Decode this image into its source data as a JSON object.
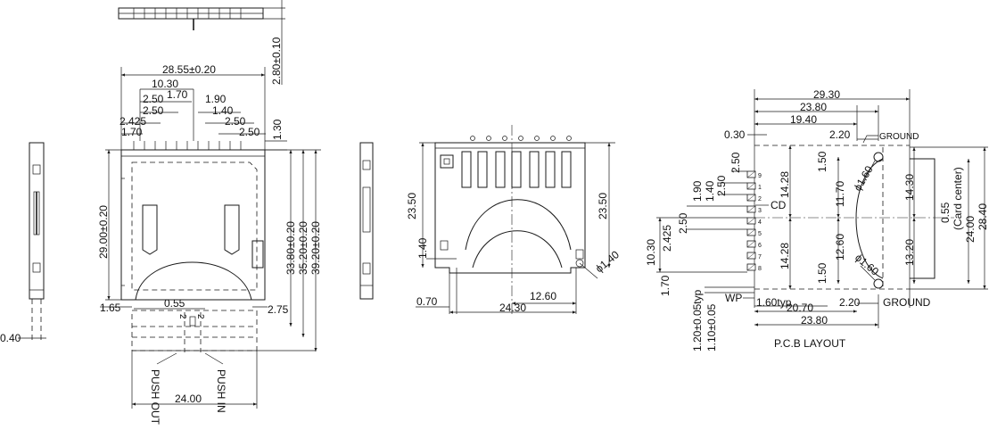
{
  "top_view": {
    "height_dim": "2.80±0.10"
  },
  "front_view": {
    "width_dim": "28.55±0.20",
    "dims": [
      "10.30",
      "2.50",
      "1.70",
      "1.90",
      "2.50",
      "1.40",
      "2.425",
      "2.50",
      "1.70",
      "2.50",
      "1.30"
    ],
    "height_dim": "29.00±0.20",
    "depth_dims": [
      "33.80±0.20",
      "35.20±0.20",
      "39.20±0.20"
    ],
    "left_offset": "1.65",
    "right_offset": "2.75",
    "center_gap": "0.55",
    "push_out": "PUSH OUT",
    "push_in": "PUSH IN",
    "bottom_width": "24.00",
    "sw_labels": [
      "2",
      "2"
    ]
  },
  "side_view": {
    "thickness": "0.40"
  },
  "back_view": {
    "left_height": "23.50",
    "right_height": "23.50",
    "left_small": "1.40",
    "hole_dia": "ϕ1.40",
    "right_width": "12.60",
    "left_margin": "0.70",
    "total_width": "24.30"
  },
  "pcb_layout": {
    "title": "P.C.B LAYOUT",
    "top_dims": [
      "29.30",
      "23.80",
      "19.40"
    ],
    "left_small": "0.30",
    "ground_top_dim": "2.20",
    "ground_top": "GROUND",
    "ground_bottom_dim": "2.20",
    "ground_bottom": "GROUND",
    "left_dims": [
      "2.50",
      "1.90",
      "1.40",
      "2.50",
      "2.50",
      "2.425",
      "10.30",
      "1.70",
      "1.20±0.05typ",
      "1.10±0.05"
    ],
    "cd_label": "CD",
    "wp_label": "WP",
    "inner_dims": [
      "14.28",
      "14.28",
      "1.50",
      "11.70",
      "12.60",
      "1.50"
    ],
    "hole_top": "ϕ1.60",
    "hole_bottom": "ϕ1.60",
    "right_dims": [
      "14.30",
      "13.20",
      "0.55",
      "(Card center)",
      "24.00",
      "28.40"
    ],
    "bottom_dims": [
      "1.60typ",
      "20.70",
      "23.80"
    ],
    "pin_numbers": [
      "9",
      "1",
      "2",
      "3",
      "4",
      "5",
      "6",
      "7",
      "8"
    ]
  }
}
